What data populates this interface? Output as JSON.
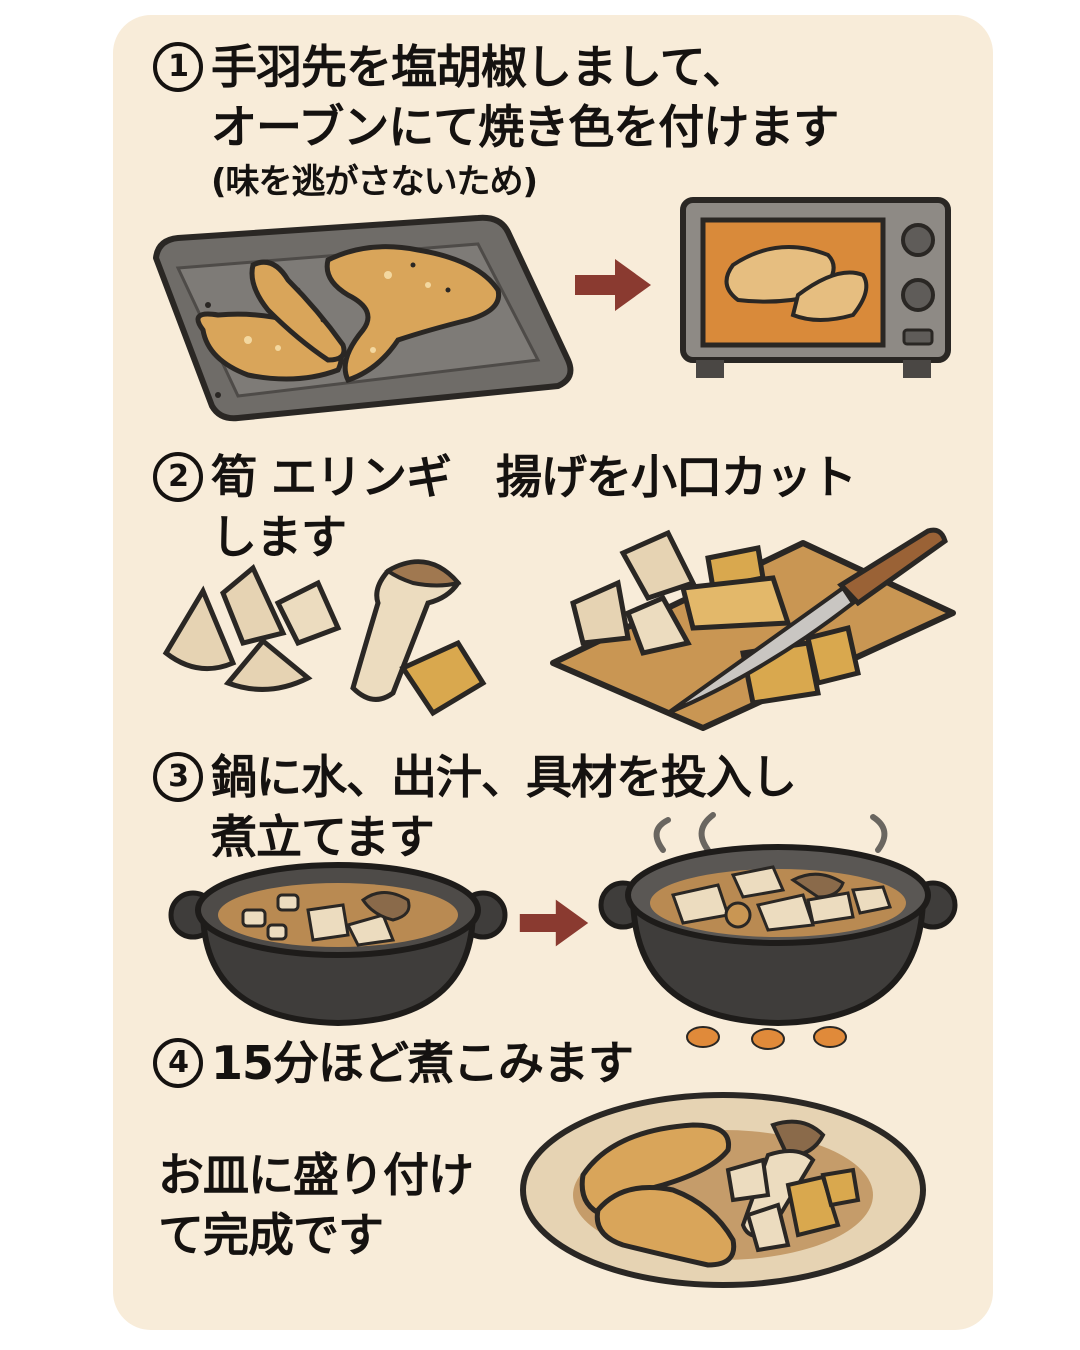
{
  "steps": [
    {
      "number": "1",
      "line1": "手羽先を塩胡椒しまして、",
      "line2": "オーブンにて焼き色を付けます",
      "note": "(味を逃がさないため)",
      "illustrations": [
        "chicken-wings-on-baking-tray",
        "arrow",
        "oven-with-chicken-wings"
      ]
    },
    {
      "number": "2",
      "line1": "筍 エリンギ　揚げを小口カット",
      "line2": "します",
      "illustrations": [
        "bamboo-shoot-eringi-fried-tofu",
        "cutting-board-with-knife"
      ]
    },
    {
      "number": "3",
      "line1": "鍋に水、出汁、具材を投入し",
      "line2": "煮立てます",
      "illustrations": [
        "pot-with-ingredients",
        "arrow",
        "boiling-pot-on-flame"
      ]
    },
    {
      "number": "4",
      "line1": "15分ほど煮こみます",
      "illustrations": [
        "plated-dish"
      ]
    }
  ],
  "final": {
    "line1": "お皿に盛り付け",
    "line2": "て完成です"
  },
  "colors": {
    "background": "#ffffff",
    "card": "#f8ecd9",
    "text": "#151210",
    "arrow": "#8a3a30",
    "chicken": "#d9a55a",
    "tray": "#6f6c68",
    "pot": "#3f3d3b",
    "broth": "#b98a52",
    "board": "#c99653",
    "tofu": "#d9a84e",
    "bamboo": "#e6d3b3",
    "flame": "#e08a3a"
  }
}
